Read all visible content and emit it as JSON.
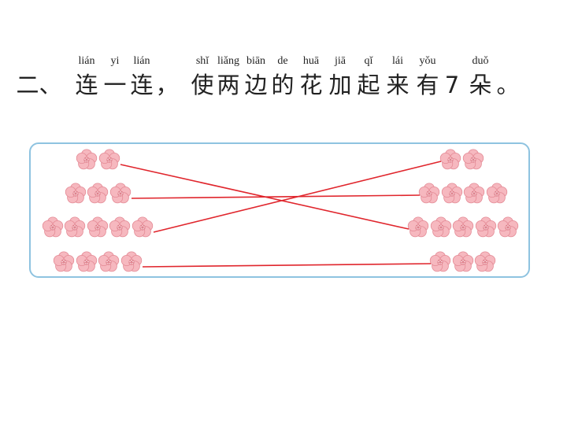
{
  "title": {
    "chars": [
      {
        "hanzi": "二",
        "pinyin": ""
      },
      {
        "hanzi": "、",
        "pinyin": ""
      },
      {
        "hanzi": "连",
        "pinyin": "lián"
      },
      {
        "hanzi": "一",
        "pinyin": "yi"
      },
      {
        "hanzi": "连",
        "pinyin": "lián"
      },
      {
        "hanzi": "，",
        "pinyin": ""
      },
      {
        "hanzi": "使",
        "pinyin": "shǐ"
      },
      {
        "hanzi": "两",
        "pinyin": "liǎng"
      },
      {
        "hanzi": "边",
        "pinyin": "biān"
      },
      {
        "hanzi": "的",
        "pinyin": "de"
      },
      {
        "hanzi": "花",
        "pinyin": "huā"
      },
      {
        "hanzi": "加",
        "pinyin": "jiā"
      },
      {
        "hanzi": "起",
        "pinyin": "qǐ"
      },
      {
        "hanzi": "来",
        "pinyin": "lái"
      },
      {
        "hanzi": "有",
        "pinyin": "yǒu"
      },
      {
        "hanzi": "7",
        "pinyin": ""
      },
      {
        "hanzi": "朵",
        "pinyin": "duǒ"
      },
      {
        "hanzi": "。",
        "pinyin": ""
      }
    ]
  },
  "colors": {
    "flower_fill": "#f6b8bf",
    "flower_stroke": "#e48b96",
    "flower_center": "#d9707d",
    "line": "#e0262d",
    "panel_border": "#8ec3e0"
  },
  "left_groups": [
    {
      "count": 2
    },
    {
      "count": 3
    },
    {
      "count": 5
    },
    {
      "count": 4
    }
  ],
  "right_groups": [
    {
      "count": 2
    },
    {
      "count": 4
    },
    {
      "count": 5
    },
    {
      "count": 3
    }
  ],
  "connections": [
    {
      "from_left_row": 1,
      "to_right_row": 3
    },
    {
      "from_left_row": 2,
      "to_right_row": 2
    },
    {
      "from_left_row": 3,
      "to_right_row": 1
    },
    {
      "from_left_row": 4,
      "to_right_row": 4
    }
  ]
}
